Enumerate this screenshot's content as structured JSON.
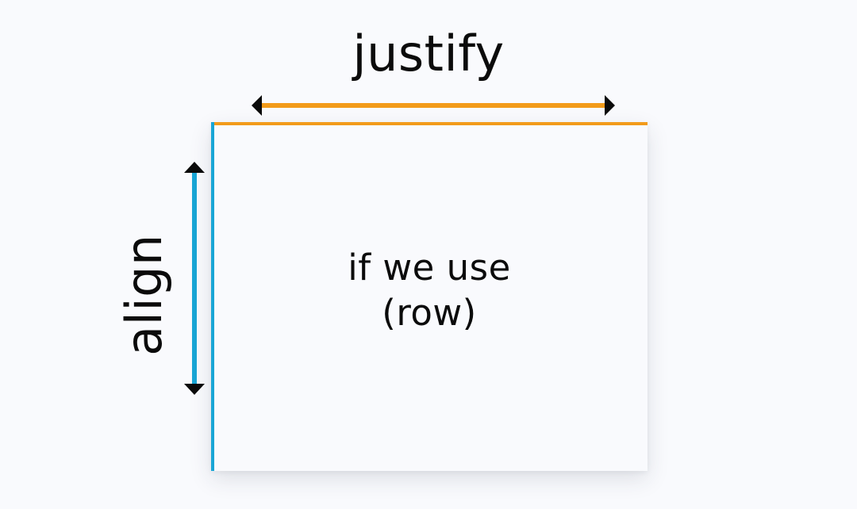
{
  "labels": {
    "horizontal": "justify",
    "vertical": "align"
  },
  "box": {
    "line1": "if we use",
    "line2": "(row)"
  },
  "colors": {
    "horizontal_accent": "#f29b1a",
    "vertical_accent": "#19a6d6",
    "arrow_head": "#0b0b0b",
    "text": "#0b0b0b",
    "background": "#f9fafd"
  },
  "icons": {
    "horizontal_arrow": "double-headed-arrow-horizontal-icon",
    "vertical_arrow": "double-headed-arrow-vertical-icon"
  }
}
